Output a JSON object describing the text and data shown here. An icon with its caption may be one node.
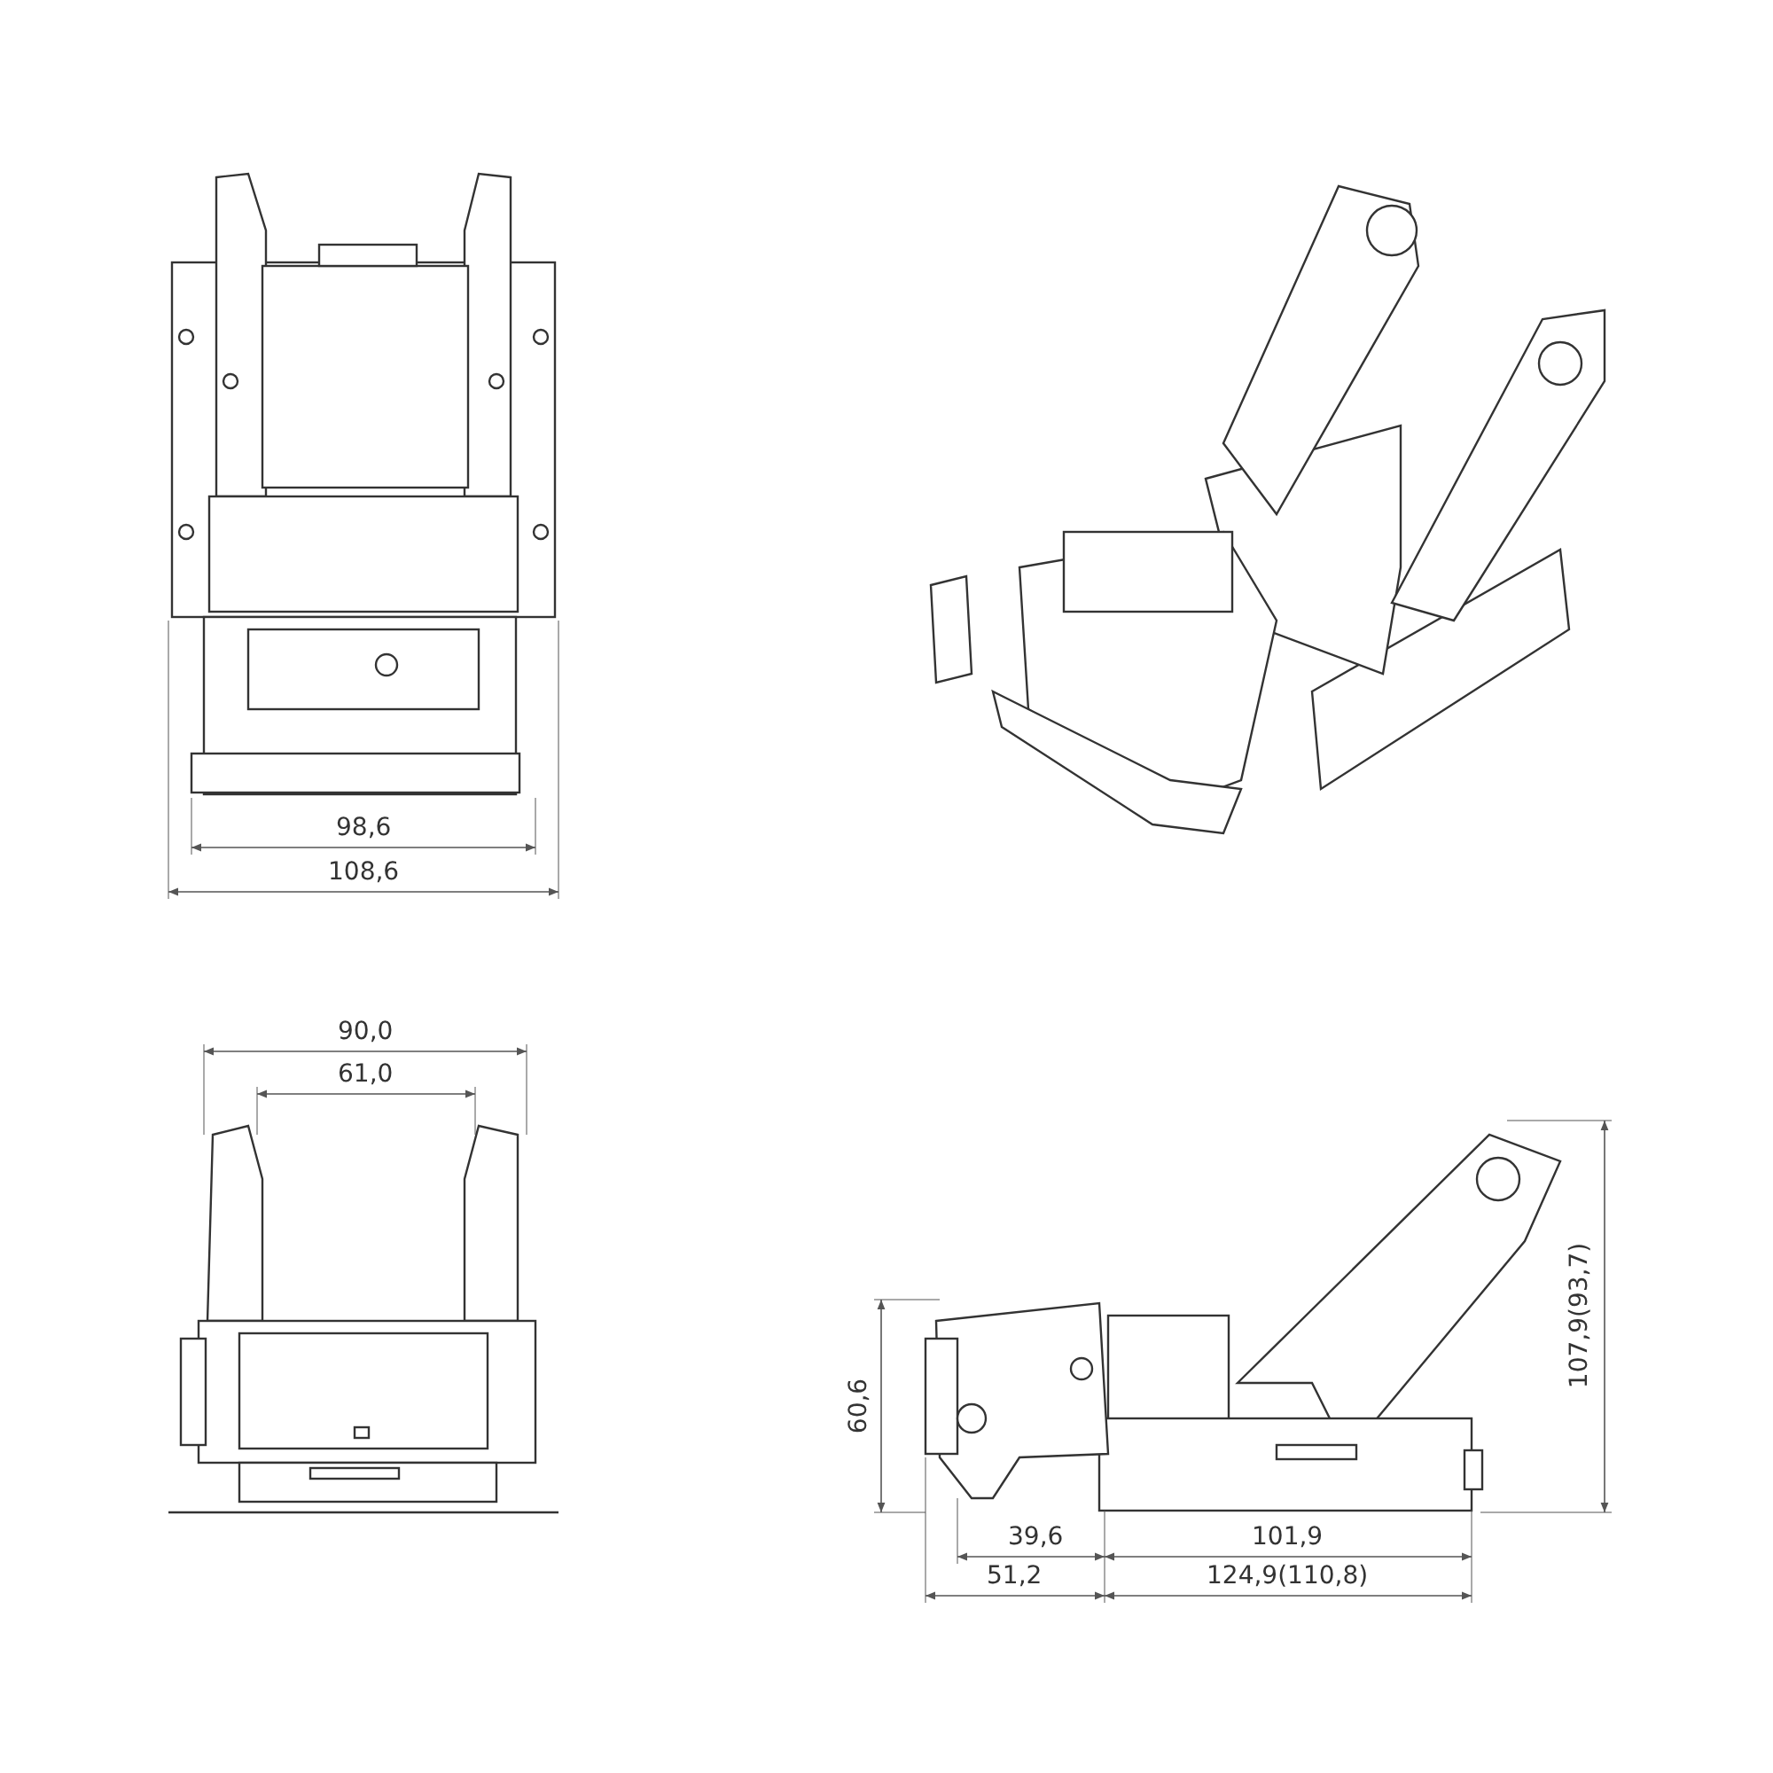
{
  "diagram": {
    "labels": [
      "98,6",
      "108,6",
      "90,0",
      "61,0",
      "60,6",
      "107,9(93,7)",
      "39,6",
      "101,9",
      "51,2",
      "124,9(110,8)"
    ]
  }
}
